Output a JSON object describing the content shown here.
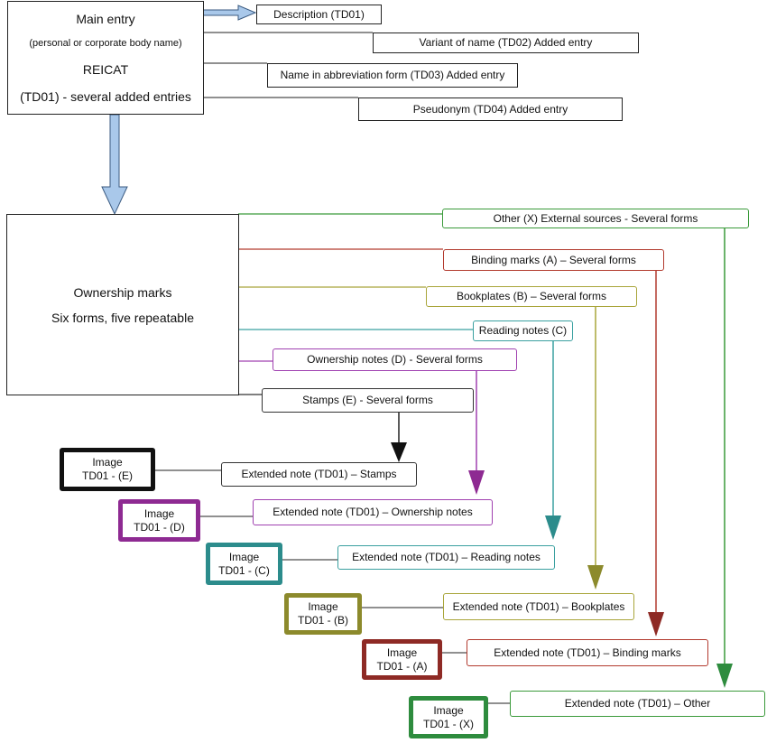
{
  "main_entry": {
    "title": "Main entry",
    "subtitle": "(personal or corporate body name)",
    "standard": "REICAT",
    "note": "(TD01) - several added entries"
  },
  "added_entries": [
    {
      "label": "Description (TD01)"
    },
    {
      "label": "Variant of name  (TD02) Added entry"
    },
    {
      "label": "Name in abbreviation form (TD03) Added entry"
    },
    {
      "label": "Pseudonym (TD04) Added entry"
    }
  ],
  "ownership": {
    "title": "Ownership marks",
    "subtitle": "Six forms, five repeatable"
  },
  "forms": [
    {
      "label": "Other (X)  External sources - Several forms",
      "color": "#3a9a3a"
    },
    {
      "label": "Binding marks (A) – Several forms",
      "color": "#b23a2e"
    },
    {
      "label": "Bookplates (B) – Several forms",
      "color": "#a9a53a"
    },
    {
      "label": "Reading notes (C)",
      "color": "#3aa0a0"
    },
    {
      "label": "Ownership notes (D) - Several forms",
      "color": "#a040b0"
    },
    {
      "label": "Stamps (E) - Several forms",
      "color": "#333333"
    }
  ],
  "extended_notes": [
    {
      "label": "Extended note (TD01) – Stamps",
      "color": "#333333"
    },
    {
      "label": "Extended note (TD01) – Ownership notes",
      "color": "#a040b0"
    },
    {
      "label": "Extended note (TD01) – Reading notes",
      "color": "#3aa0a0"
    },
    {
      "label": "Extended note (TD01) – Bookplates",
      "color": "#a9a53a"
    },
    {
      "label": "Extended note (TD01) – Binding marks",
      "color": "#b23a2e"
    },
    {
      "label": "Extended note (TD01) – Other",
      "color": "#3a9a3a"
    }
  ],
  "images": [
    {
      "line1": "Image",
      "line2": "TD01 - (E)",
      "color": "#111111"
    },
    {
      "line1": "Image",
      "line2": "TD01 - (D)",
      "color": "#8e2a92"
    },
    {
      "line1": "Image",
      "line2": "TD01 - (C)",
      "color": "#2c8c8c"
    },
    {
      "line1": "Image",
      "line2": "TD01 - (B)",
      "color": "#8c8a2c"
    },
    {
      "line1": "Image",
      "line2": "TD01 - (A)",
      "color": "#8e2a25"
    },
    {
      "line1": "Image",
      "line2": "TD01 - (X)",
      "color": "#2e8c3e"
    }
  ],
  "arrow_color": "#a9c8ea"
}
